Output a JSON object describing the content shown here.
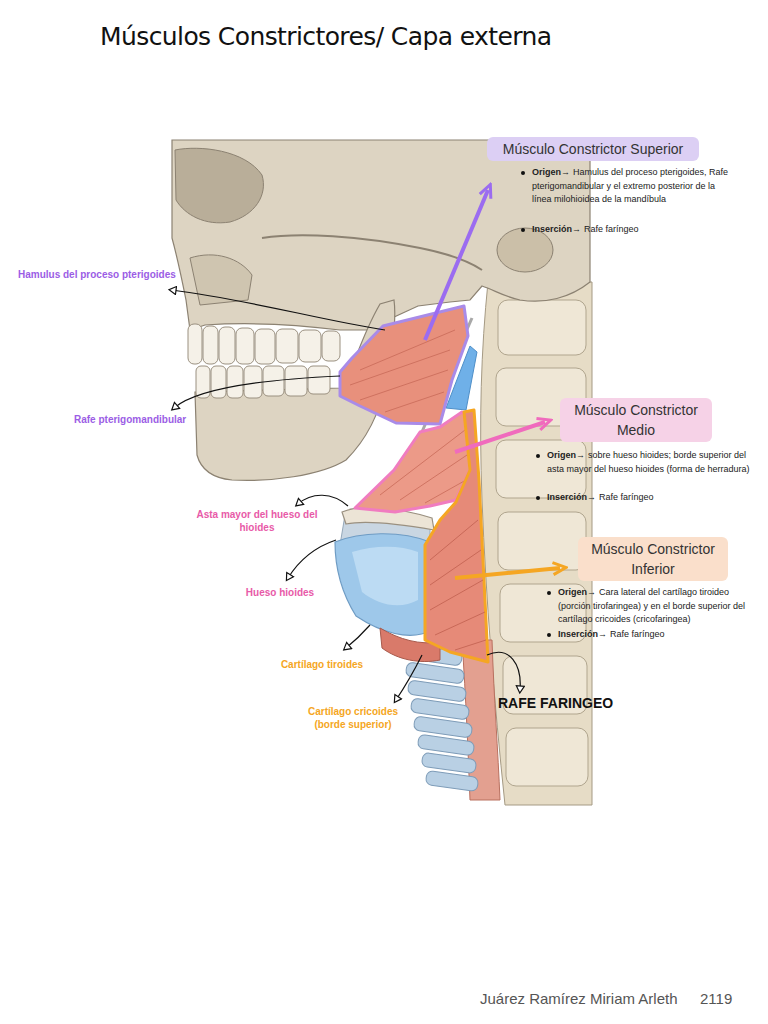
{
  "diagram": {
    "title": "Músculos Constrictores/ Capa externa",
    "nodes": [
      {
        "text": [
          "Músculo Constrictor Superior"
        ]
      },
      {
        "text": [
          "Músculo Constrictor Medio"
        ]
      },
      {
        "text": [
          "Músculo Constrictor Inferior"
        ]
      }
    ],
    "labels": [
      "Hamulus del proceso pterigoides",
      "Rafe pterigomandibular",
      "Asta mayor del hueso del hioides",
      "Hueso hioides",
      "Cartílago tiroides",
      "Cartílago cricoides (borde superior)",
      "RAFE FARINGEO",
      "Origen→",
      "Hamulus del proceso pterigoides, Rafe pterigomandibular y el extremo posterior de la línea milohioidea de la mandíbula",
      "Inserción→",
      "Rafe faríngeo",
      "Origen→",
      "sobre hueso hioides; borde superior del asta mayor del hueso hioides (forma de herradura)",
      "Inserción→",
      "Rafe faríngeo",
      "Origen→",
      "Cara lateral del cartílago tiroideo (porción tirofaringea) y en el borde superior del cartílago cricoides (cricofaringea)",
      "Inserción→",
      "Rafe faríngeo",
      "Juárez Ramírez Miriam Arleth",
      "2119"
    ]
  }
}
